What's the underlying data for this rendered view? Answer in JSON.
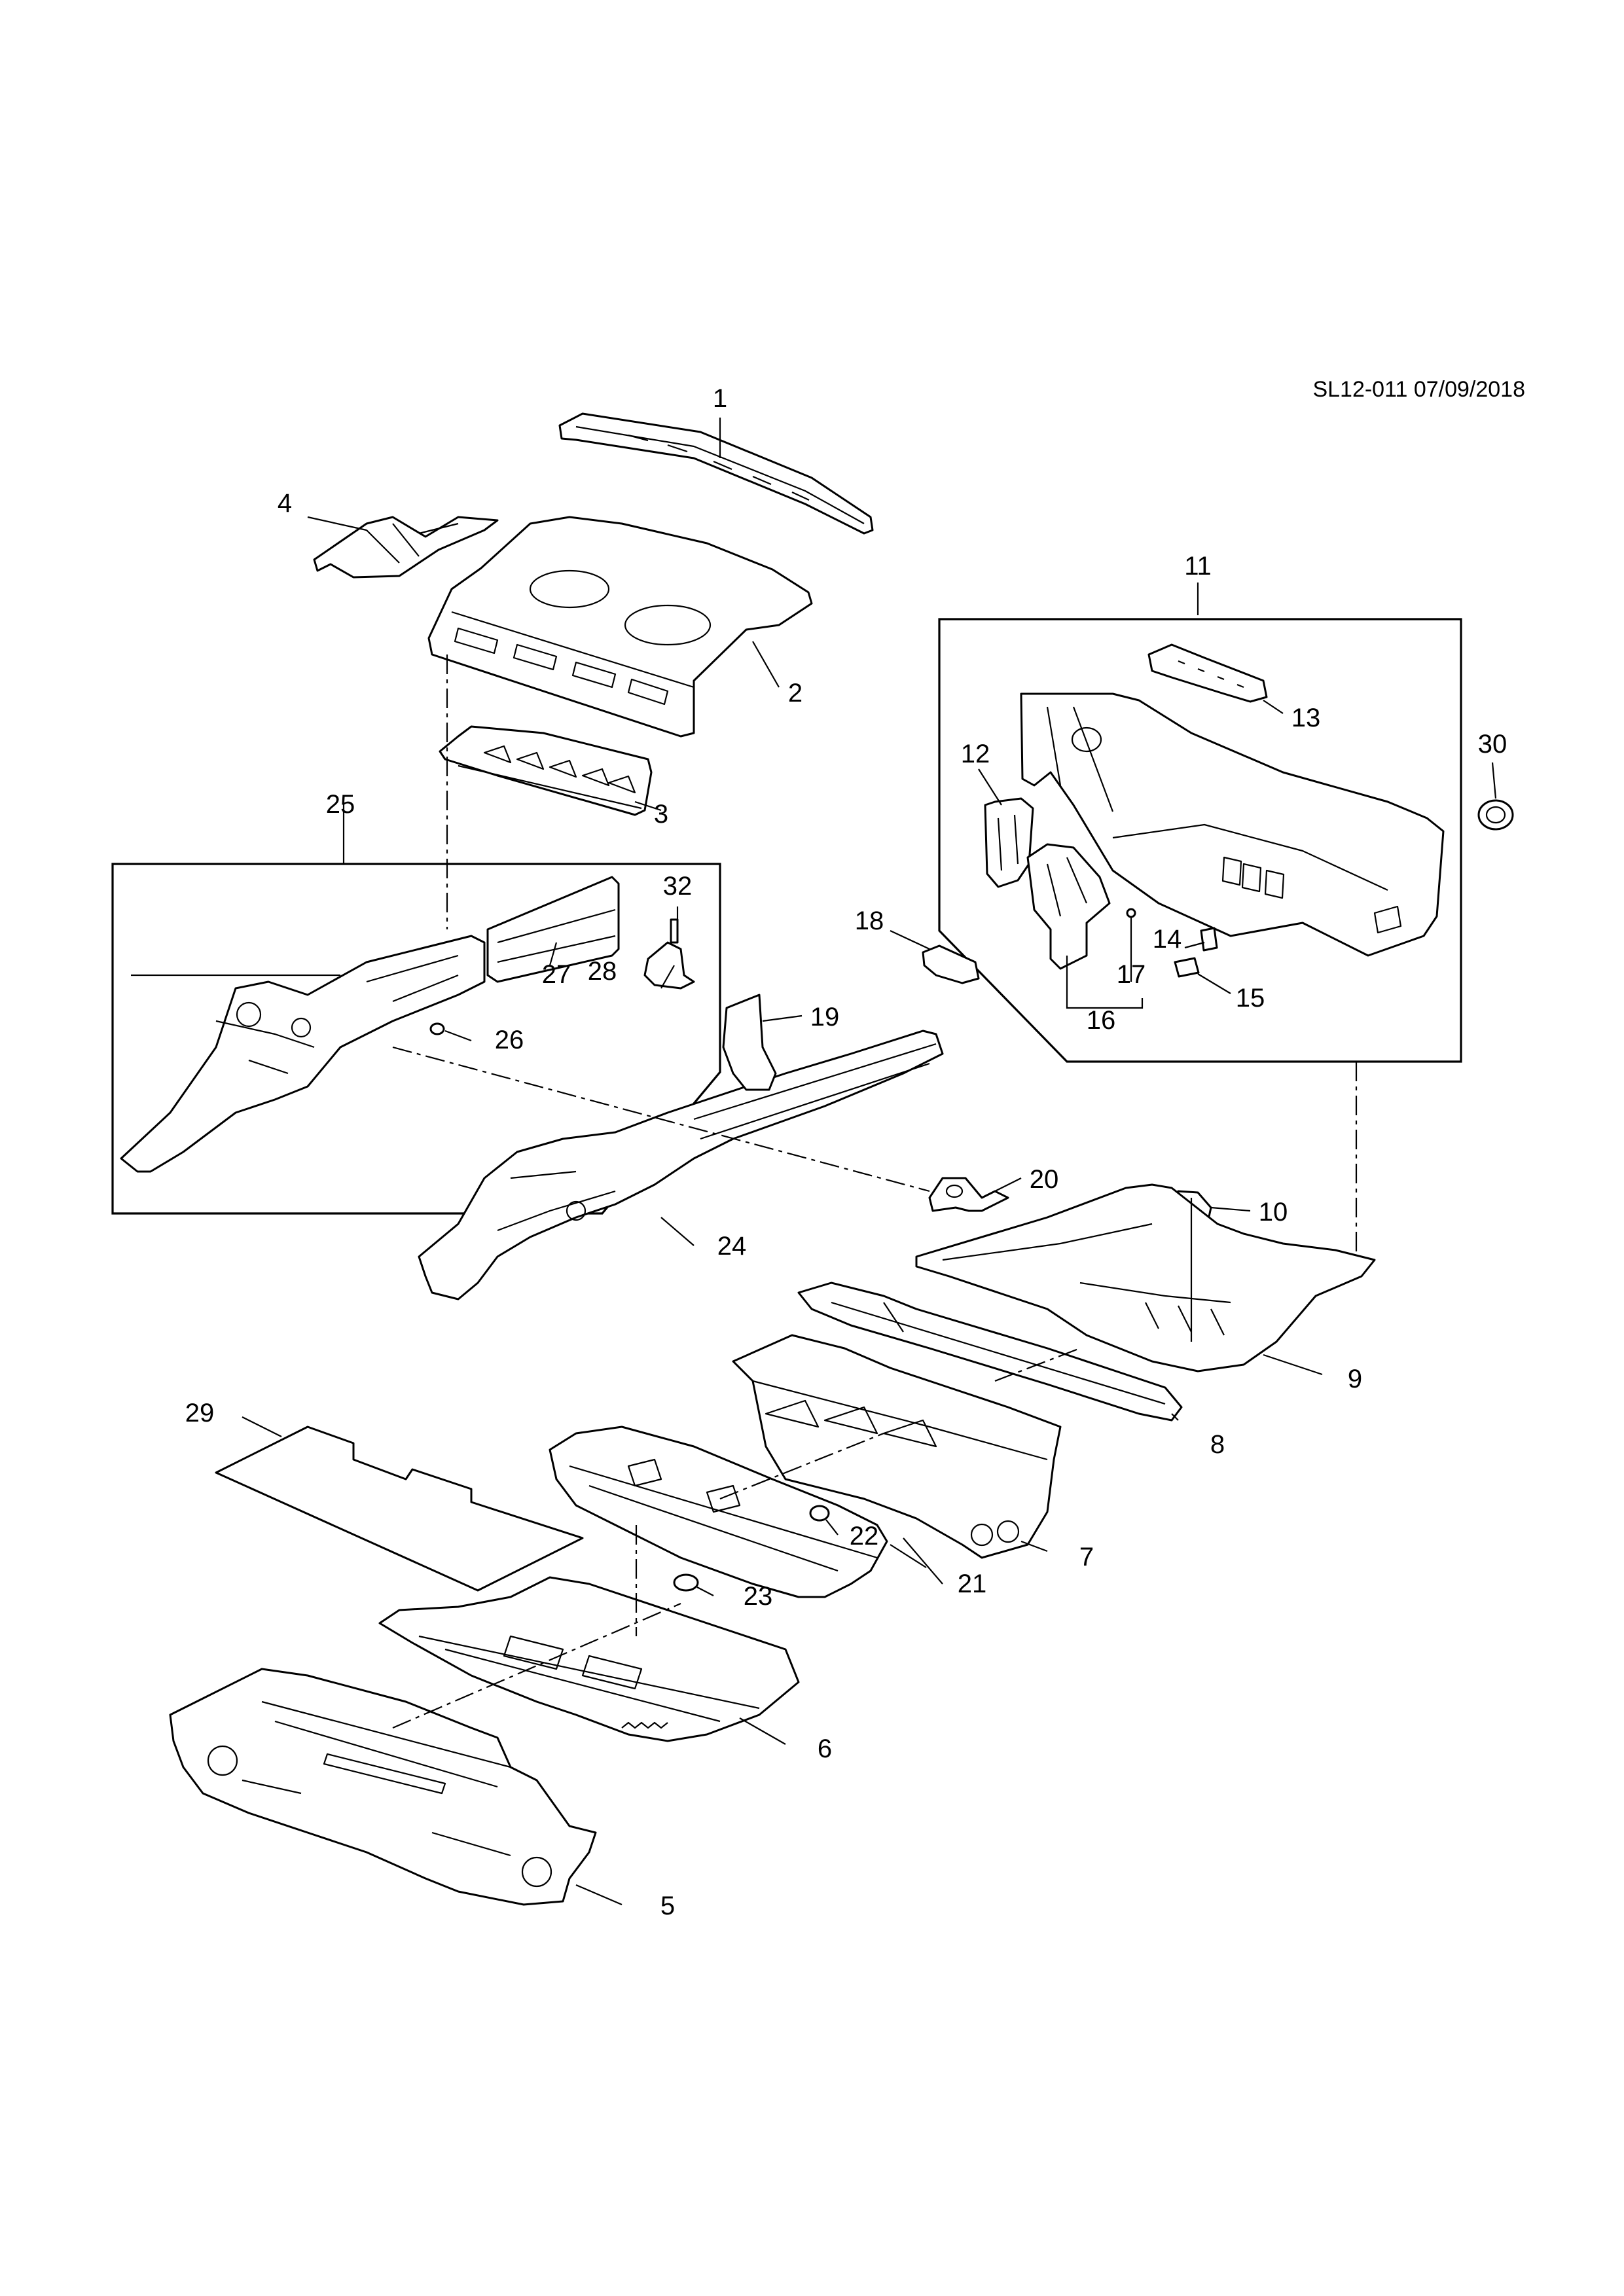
{
  "drawing_code": "SL12-011 07/09/2018",
  "callouts": [
    "1",
    "2",
    "3",
    "4",
    "5",
    "6",
    "7",
    "8",
    "9",
    "10",
    "11",
    "12",
    "13",
    "14",
    "15",
    "16",
    "17",
    "18",
    "19",
    "20",
    "21",
    "22",
    "23",
    "24",
    "25",
    "26",
    "27",
    "28",
    "29",
    "30",
    "32"
  ]
}
